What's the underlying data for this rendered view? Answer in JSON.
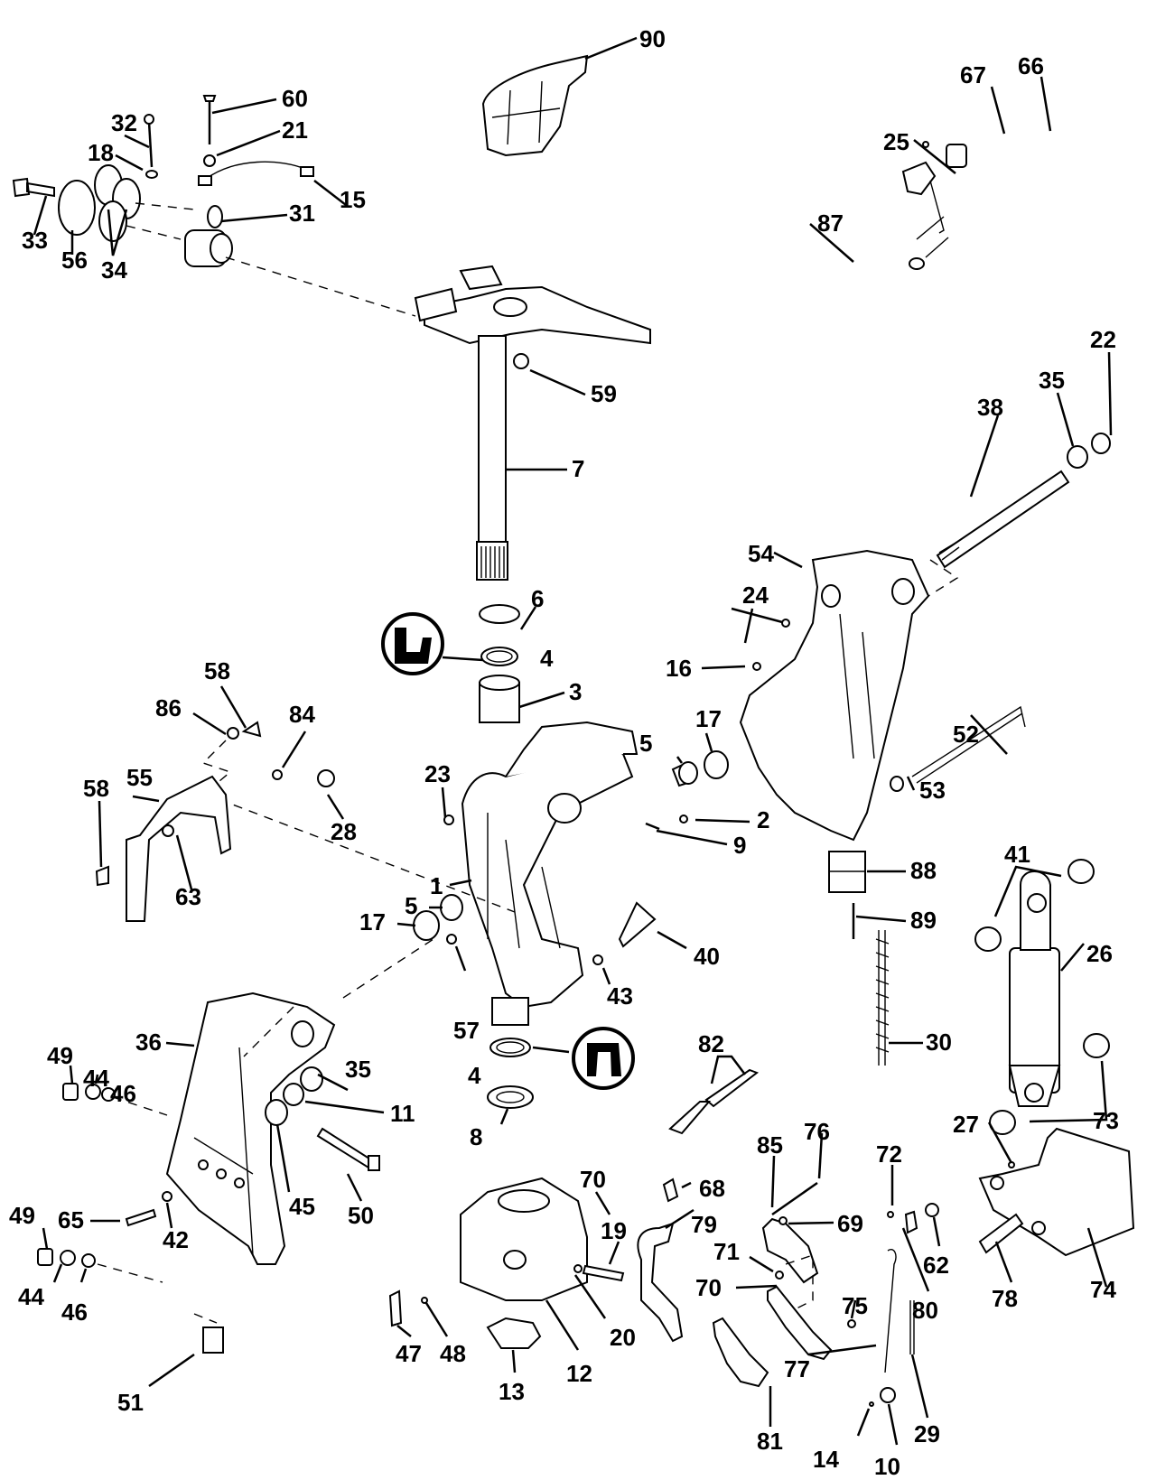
{
  "diagram": {
    "title": "",
    "type": "exploded-parts-diagram",
    "background": "#ffffff",
    "ink": "#000000",
    "callouts": [
      {
        "id": "c90",
        "label": "90"
      },
      {
        "id": "c67",
        "label": "67"
      },
      {
        "id": "c66",
        "label": "66"
      },
      {
        "id": "c25",
        "label": "25"
      },
      {
        "id": "c87",
        "label": "87"
      },
      {
        "id": "c60",
        "label": "60"
      },
      {
        "id": "c32",
        "label": "32"
      },
      {
        "id": "c21",
        "label": "21"
      },
      {
        "id": "c18",
        "label": "18"
      },
      {
        "id": "c15",
        "label": "15"
      },
      {
        "id": "c31",
        "label": "31"
      },
      {
        "id": "c33",
        "label": "33"
      },
      {
        "id": "c56",
        "label": "56"
      },
      {
        "id": "c34",
        "label": "34"
      },
      {
        "id": "c59",
        "label": "59"
      },
      {
        "id": "c7",
        "label": "7"
      },
      {
        "id": "c22",
        "label": "22"
      },
      {
        "id": "c35a",
        "label": "35"
      },
      {
        "id": "c38",
        "label": "38"
      },
      {
        "id": "c54",
        "label": "54"
      },
      {
        "id": "c24",
        "label": "24"
      },
      {
        "id": "c16",
        "label": "16"
      },
      {
        "id": "c52",
        "label": "52"
      },
      {
        "id": "c53",
        "label": "53"
      },
      {
        "id": "c6",
        "label": "6"
      },
      {
        "id": "c4a",
        "label": "4"
      },
      {
        "id": "c3",
        "label": "3"
      },
      {
        "id": "c58a",
        "label": "58"
      },
      {
        "id": "c86",
        "label": "86"
      },
      {
        "id": "c84",
        "label": "84"
      },
      {
        "id": "c55",
        "label": "55"
      },
      {
        "id": "c58b",
        "label": "58"
      },
      {
        "id": "c28",
        "label": "28"
      },
      {
        "id": "c63",
        "label": "63"
      },
      {
        "id": "c23",
        "label": "23"
      },
      {
        "id": "c5a",
        "label": "5"
      },
      {
        "id": "c17a",
        "label": "17"
      },
      {
        "id": "c2",
        "label": "2"
      },
      {
        "id": "c9",
        "label": "9"
      },
      {
        "id": "c1",
        "label": "1"
      },
      {
        "id": "c88",
        "label": "88"
      },
      {
        "id": "c89",
        "label": "89"
      },
      {
        "id": "c41",
        "label": "41"
      },
      {
        "id": "c26",
        "label": "26"
      },
      {
        "id": "c5b",
        "label": "5"
      },
      {
        "id": "c17b",
        "label": "17"
      },
      {
        "id": "c40",
        "label": "40"
      },
      {
        "id": "c43",
        "label": "43"
      },
      {
        "id": "c57",
        "label": "57"
      },
      {
        "id": "c30",
        "label": "30"
      },
      {
        "id": "c36",
        "label": "36"
      },
      {
        "id": "c35b",
        "label": "35"
      },
      {
        "id": "c49a",
        "label": "49"
      },
      {
        "id": "c44a",
        "label": "44"
      },
      {
        "id": "c46a",
        "label": "46"
      },
      {
        "id": "c11",
        "label": "11"
      },
      {
        "id": "c82",
        "label": "82"
      },
      {
        "id": "c27",
        "label": "27"
      },
      {
        "id": "c73",
        "label": "73"
      },
      {
        "id": "c4b",
        "label": "4"
      },
      {
        "id": "c8",
        "label": "8"
      },
      {
        "id": "c45",
        "label": "45"
      },
      {
        "id": "c50",
        "label": "50"
      },
      {
        "id": "c65",
        "label": "65"
      },
      {
        "id": "c42",
        "label": "42"
      },
      {
        "id": "c49b",
        "label": "49"
      },
      {
        "id": "c44b",
        "label": "44"
      },
      {
        "id": "c46b",
        "label": "46"
      },
      {
        "id": "c51",
        "label": "51"
      },
      {
        "id": "c70a",
        "label": "70"
      },
      {
        "id": "c19",
        "label": "19"
      },
      {
        "id": "c20",
        "label": "20"
      },
      {
        "id": "c12",
        "label": "12"
      },
      {
        "id": "c13",
        "label": "13"
      },
      {
        "id": "c47",
        "label": "47"
      },
      {
        "id": "c48",
        "label": "48"
      },
      {
        "id": "c68",
        "label": "68"
      },
      {
        "id": "c79",
        "label": "79"
      },
      {
        "id": "c85",
        "label": "85"
      },
      {
        "id": "c76",
        "label": "76"
      },
      {
        "id": "c69",
        "label": "69"
      },
      {
        "id": "c71",
        "label": "71"
      },
      {
        "id": "c70b",
        "label": "70"
      },
      {
        "id": "c72",
        "label": "72"
      },
      {
        "id": "c80",
        "label": "80"
      },
      {
        "id": "c62",
        "label": "62"
      },
      {
        "id": "c75",
        "label": "75"
      },
      {
        "id": "c77",
        "label": "77"
      },
      {
        "id": "c81",
        "label": "81"
      },
      {
        "id": "c14",
        "label": "14"
      },
      {
        "id": "c10",
        "label": "10"
      },
      {
        "id": "c29",
        "label": "29"
      },
      {
        "id": "c78",
        "label": "78"
      },
      {
        "id": "c74",
        "label": "74"
      }
    ],
    "symbols": [
      {
        "id": "lubricant-symbol-upper",
        "meaning": "apply lubricant"
      },
      {
        "id": "lubricant-symbol-lower",
        "meaning": "apply lubricant"
      }
    ]
  }
}
